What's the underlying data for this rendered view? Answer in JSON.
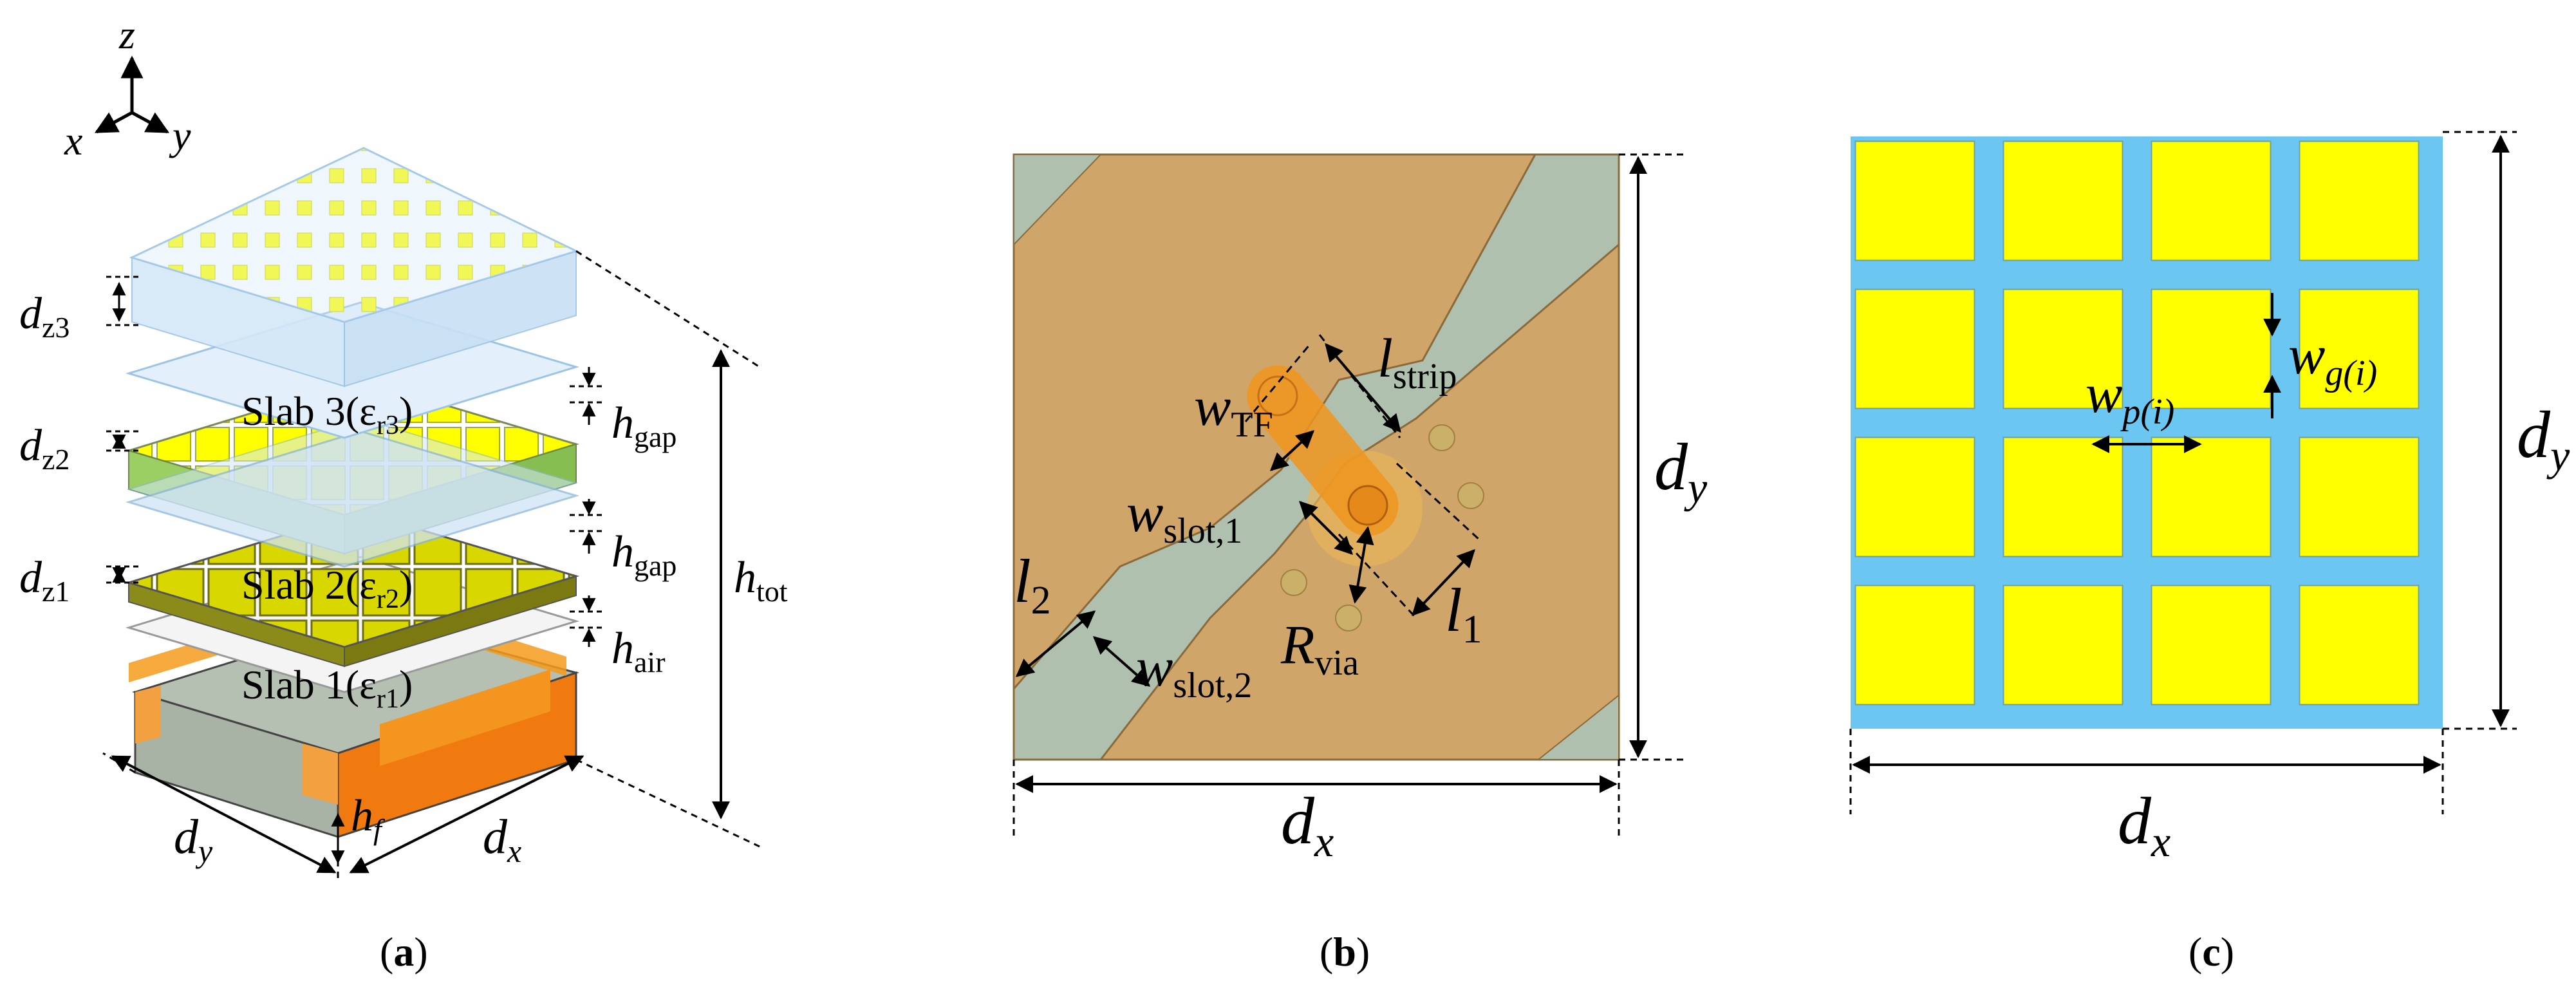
{
  "panel_a": {
    "axes": {
      "z": "z",
      "x": "x",
      "y": "y"
    },
    "slab3": {
      "prefix": "Slab 3(",
      "eps": "ε",
      "sub": "r3",
      "suffix": ")"
    },
    "slab2": {
      "prefix": "Slab 2(",
      "eps": "ε",
      "sub": "r2",
      "suffix": ")"
    },
    "slab1": {
      "prefix": "Slab 1(",
      "eps": "ε",
      "sub": "r1",
      "suffix": ")"
    },
    "dz3": {
      "main": "d",
      "sub": "z3"
    },
    "dz2": {
      "main": "d",
      "sub": "z2"
    },
    "dz1": {
      "main": "d",
      "sub": "z1"
    },
    "hgap_upper": {
      "main": "h",
      "sub": "gap"
    },
    "hgap_lower": {
      "main": "h",
      "sub": "gap"
    },
    "hair": {
      "main": "h",
      "sub": "air"
    },
    "htot": {
      "main": "h",
      "sub": "tot"
    },
    "hf": {
      "main": "h",
      "sub": "f"
    },
    "dy": {
      "main": "d",
      "sub": "y"
    },
    "dx": {
      "main": "d",
      "sub": "x"
    },
    "caption": {
      "open": "(",
      "letter": "a",
      "close": ")"
    },
    "colors": {
      "patch": "#ffff00",
      "glass": "#d3e7f7",
      "substrate": "#f28a12",
      "ground": "#a9b3a5"
    }
  },
  "panel_b": {
    "lstrip": {
      "main": "l",
      "sub": "strip"
    },
    "wtf": {
      "main": "w",
      "sub": "TF"
    },
    "wslot1": {
      "main": "w",
      "sub": "slot,1"
    },
    "l2": {
      "main": "l",
      "sub": "2"
    },
    "wslot2": {
      "main": "w",
      "sub": "slot,2"
    },
    "rvia": {
      "main": "R",
      "sub": "via"
    },
    "l1": {
      "main": "l",
      "sub": "1"
    },
    "dy": {
      "main": "d",
      "sub": "y"
    },
    "dx": {
      "main": "d",
      "sub": "x"
    },
    "caption": {
      "open": "(",
      "letter": "b",
      "close": ")"
    },
    "colors": {
      "metal": "#d0a56a",
      "slot": "#b0c0ae",
      "strip": "#f0961e"
    }
  },
  "panel_c": {
    "wg": {
      "main": "w",
      "sub": "g(i)"
    },
    "wp": {
      "main": "w",
      "sub": "p(i)"
    },
    "dy": {
      "main": "d",
      "sub": "y"
    },
    "dx": {
      "main": "d",
      "sub": "x"
    },
    "caption": {
      "open": "(",
      "letter": "c",
      "close": ")"
    },
    "colors": {
      "patch": "#ffff00",
      "gap": "#6cc6f2"
    }
  }
}
